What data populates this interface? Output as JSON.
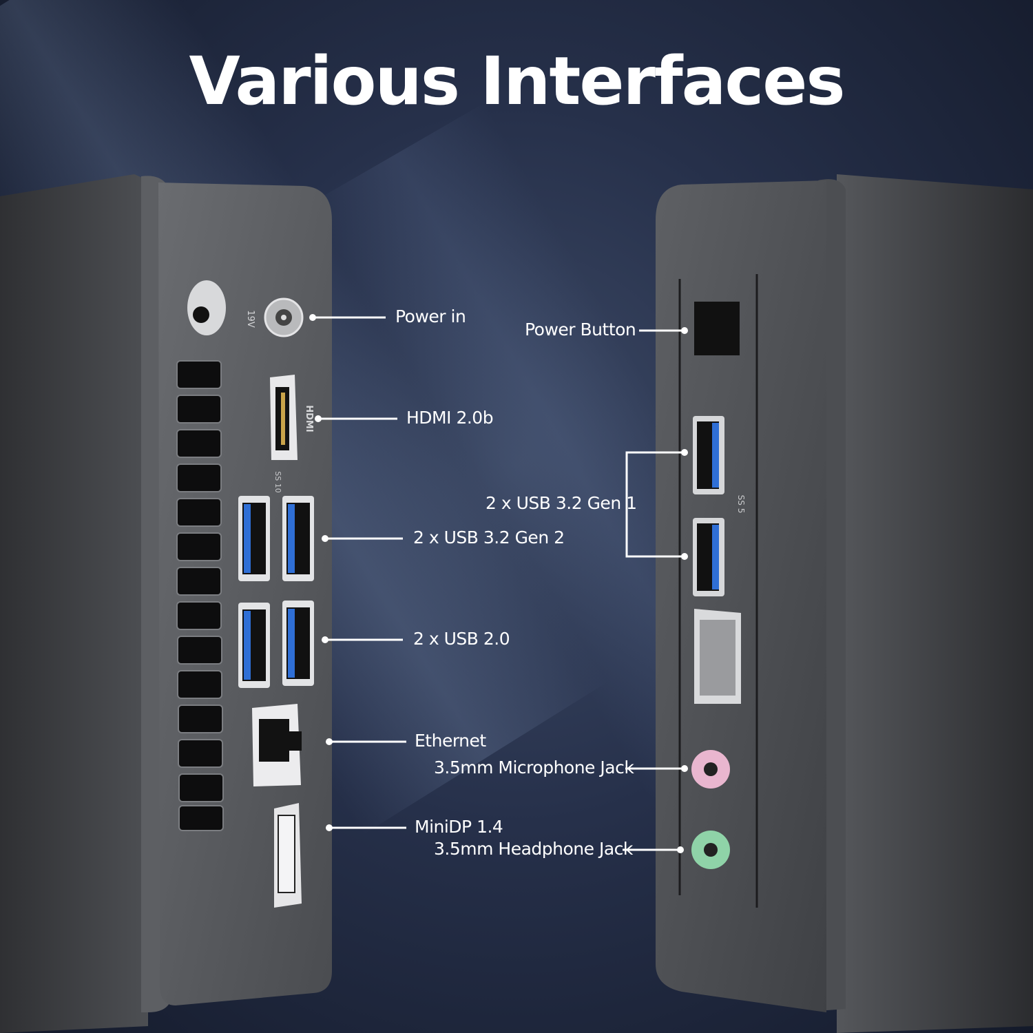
{
  "title": "Various Interfaces",
  "device_marks": {
    "power_voltage": "19V",
    "hdmi": "HDMI",
    "usb_ss10": "SS 10",
    "usb_ss5": "SS 5"
  },
  "rear_ports": [
    {
      "id": "power-in",
      "label": "Power  in"
    },
    {
      "id": "hdmi",
      "label": "HDMI 2.0b"
    },
    {
      "id": "usb32-gen2",
      "label": "2 x USB 3.2 Gen 2"
    },
    {
      "id": "usb20",
      "label": "2 x USB 2.0"
    },
    {
      "id": "ethernet",
      "label": "Ethernet"
    },
    {
      "id": "minidp",
      "label": "MiniDP 1.4"
    }
  ],
  "front_ports": [
    {
      "id": "power-button",
      "label": "Power  Button"
    },
    {
      "id": "usb32-gen1",
      "label": "2 x USB 3.2 Gen 1"
    },
    {
      "id": "mic-jack",
      "label": "3.5mm Microphone Jack"
    },
    {
      "id": "headphone-jack",
      "label": "3.5mm Headphone Jack"
    }
  ],
  "colors": {
    "usb3_blue": "#2f6fd6",
    "mic_pink": "#e9b6cf",
    "headphone_green": "#8fd3a8",
    "chassis": "#4a4c50"
  }
}
